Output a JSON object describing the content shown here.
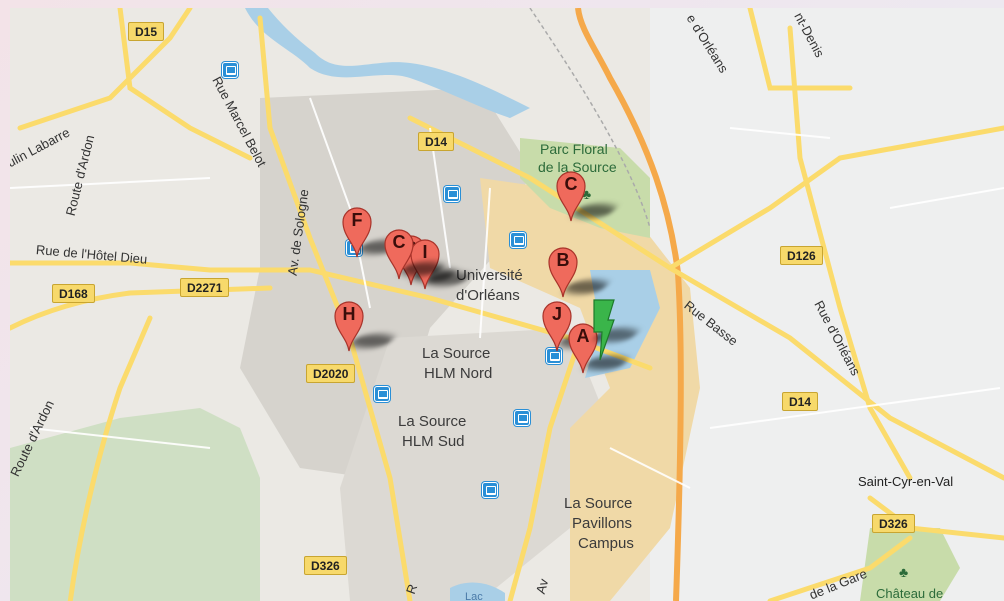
{
  "colors": {
    "motorway": "#f5a94a",
    "major_road": "#fbdb6c",
    "water": "#a8cde9",
    "park": "#c6dbaa",
    "urban": "#d3d0cb",
    "campus": "#f0d8a6",
    "marker": "#ef6a5c",
    "arrow_marker": "#3ab54a"
  },
  "road_shields": [
    "D15",
    "D14",
    "D168",
    "D2271",
    "D2020",
    "D126",
    "D14",
    "D326",
    "D326"
  ],
  "road_labels": [
    "ulin Labarre",
    "Route d'Ardon",
    "Rue Marcel Belot",
    "Av. de Sologne",
    "Rue de l'Hôtel Dieu",
    "Route d'Ardon",
    "e d'Orléans",
    "nt-Denis",
    "Rue Basse",
    "Rue d'Orléans",
    "de la Gare",
    "R",
    "Av"
  ],
  "place_labels": {
    "parc_floral_1": "Parc Floral",
    "parc_floral_2": "de la Source",
    "universite_1": "Université",
    "universite_2": "d'Orléans",
    "hlm_nord_1": "La Source",
    "hlm_nord_2": "HLM Nord",
    "hlm_sud_1": "La Source",
    "hlm_sud_2": "HLM Sud",
    "pavillons_1": "La Source",
    "pavillons_2": "Pavillons",
    "pavillons_3": "Campus",
    "saint_cyr": "Saint-Cyr-en-Val",
    "chateau": "Château de",
    "lac": "Lac"
  },
  "markers": [
    "F",
    "C",
    "D",
    "I",
    "B",
    "H",
    "J",
    "A",
    "C"
  ],
  "transit_icon": "bus-stop-icon",
  "direction_icon": "green-arrow-marker-icon"
}
